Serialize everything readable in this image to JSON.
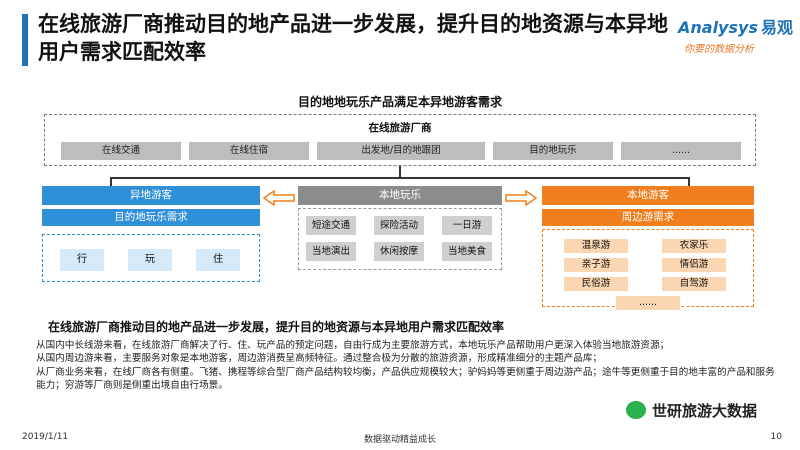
{
  "slide": {
    "title": "在线旅游厂商推动目的地产品进一步发展，提升目的地资源与本异地用户需求匹配效率"
  },
  "logo": {
    "brand": "Analysys",
    "brand_cn": "易观",
    "tagline": "你要的数据分析"
  },
  "diagram": {
    "title": "目的地地玩乐产品满足本异地游客需求",
    "top": {
      "label": "在线旅游厂商",
      "chips": [
        "在线交通",
        "在线住宿",
        "出发地/目的地跟团",
        "目的地玩乐",
        "......"
      ]
    },
    "left": {
      "head": "异地游客",
      "sub": "目的地玩乐需求",
      "chips": [
        "行",
        "玩",
        "住"
      ]
    },
    "center": {
      "head": "本地玩乐",
      "tiles": [
        "短途交通",
        "探险活动",
        "一日游",
        "当地演出",
        "休闲按摩",
        "当地美食"
      ]
    },
    "right": {
      "head": "本地游客",
      "sub": "周边游需求",
      "tiles": [
        "温泉游",
        "农家乐",
        "亲子游",
        "情侣游",
        "民俗游",
        "自驾游",
        "......"
      ]
    },
    "colors": {
      "blue": "#2f8fd8",
      "gray": "#8c8c8c",
      "orange": "#f07e1d",
      "accent": "#1f73b7"
    }
  },
  "summary": "在线旅游厂商推动目的地产品进一步发展，提升目的地资源与本异地用户需求匹配效率",
  "body": [
    "从国内中长线游来看，在线旅游厂商解决了行、住、玩产品的预定问题，自由行成为主要旅游方式，本地玩乐产品帮助用户更深入体验当地旅游资源；",
    "从国内周边游来看，主要服务对象是本地游客，周边游消费呈高频特征。通过整合极为分散的旅游资源，形成精准细分的主题产品库；",
    "从厂商业务来看，在线厂商各有侧重。飞猪、携程等综合型厂商产品结构较均衡，产品供应规模较大；驴妈妈等更侧重于周边游产品；途牛等更侧重于目的地丰富的产品和服务能力；穷游等厂商则是侧重出境自由行场景。"
  ],
  "watermark": "世研旅游大数据",
  "footer": {
    "date": "2019/1/11",
    "center": "数据驱动精益成长",
    "page": "10"
  }
}
